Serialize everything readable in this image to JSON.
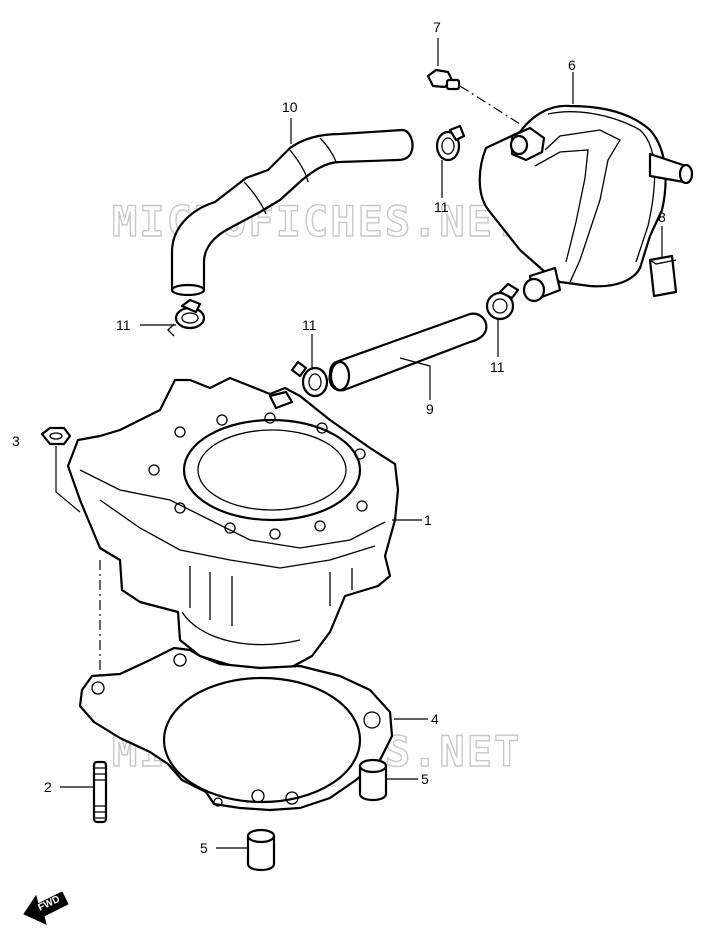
{
  "watermark": {
    "text": "MICROFICHES.NET"
  },
  "fwd_label": "FWD",
  "callouts": [
    {
      "key": "c7",
      "label": "7"
    },
    {
      "key": "c6",
      "label": "6"
    },
    {
      "key": "c10",
      "label": "10"
    },
    {
      "key": "c11a",
      "label": "11"
    },
    {
      "key": "c8",
      "label": "8"
    },
    {
      "key": "c11b",
      "label": "11"
    },
    {
      "key": "c11c",
      "label": "11"
    },
    {
      "key": "c11d",
      "label": "11"
    },
    {
      "key": "c9",
      "label": "9"
    },
    {
      "key": "c3",
      "label": "3"
    },
    {
      "key": "c1",
      "label": "1"
    },
    {
      "key": "c4",
      "label": "4"
    },
    {
      "key": "c2",
      "label": "2"
    },
    {
      "key": "c5a",
      "label": "5"
    },
    {
      "key": "c5b",
      "label": "5"
    }
  ]
}
